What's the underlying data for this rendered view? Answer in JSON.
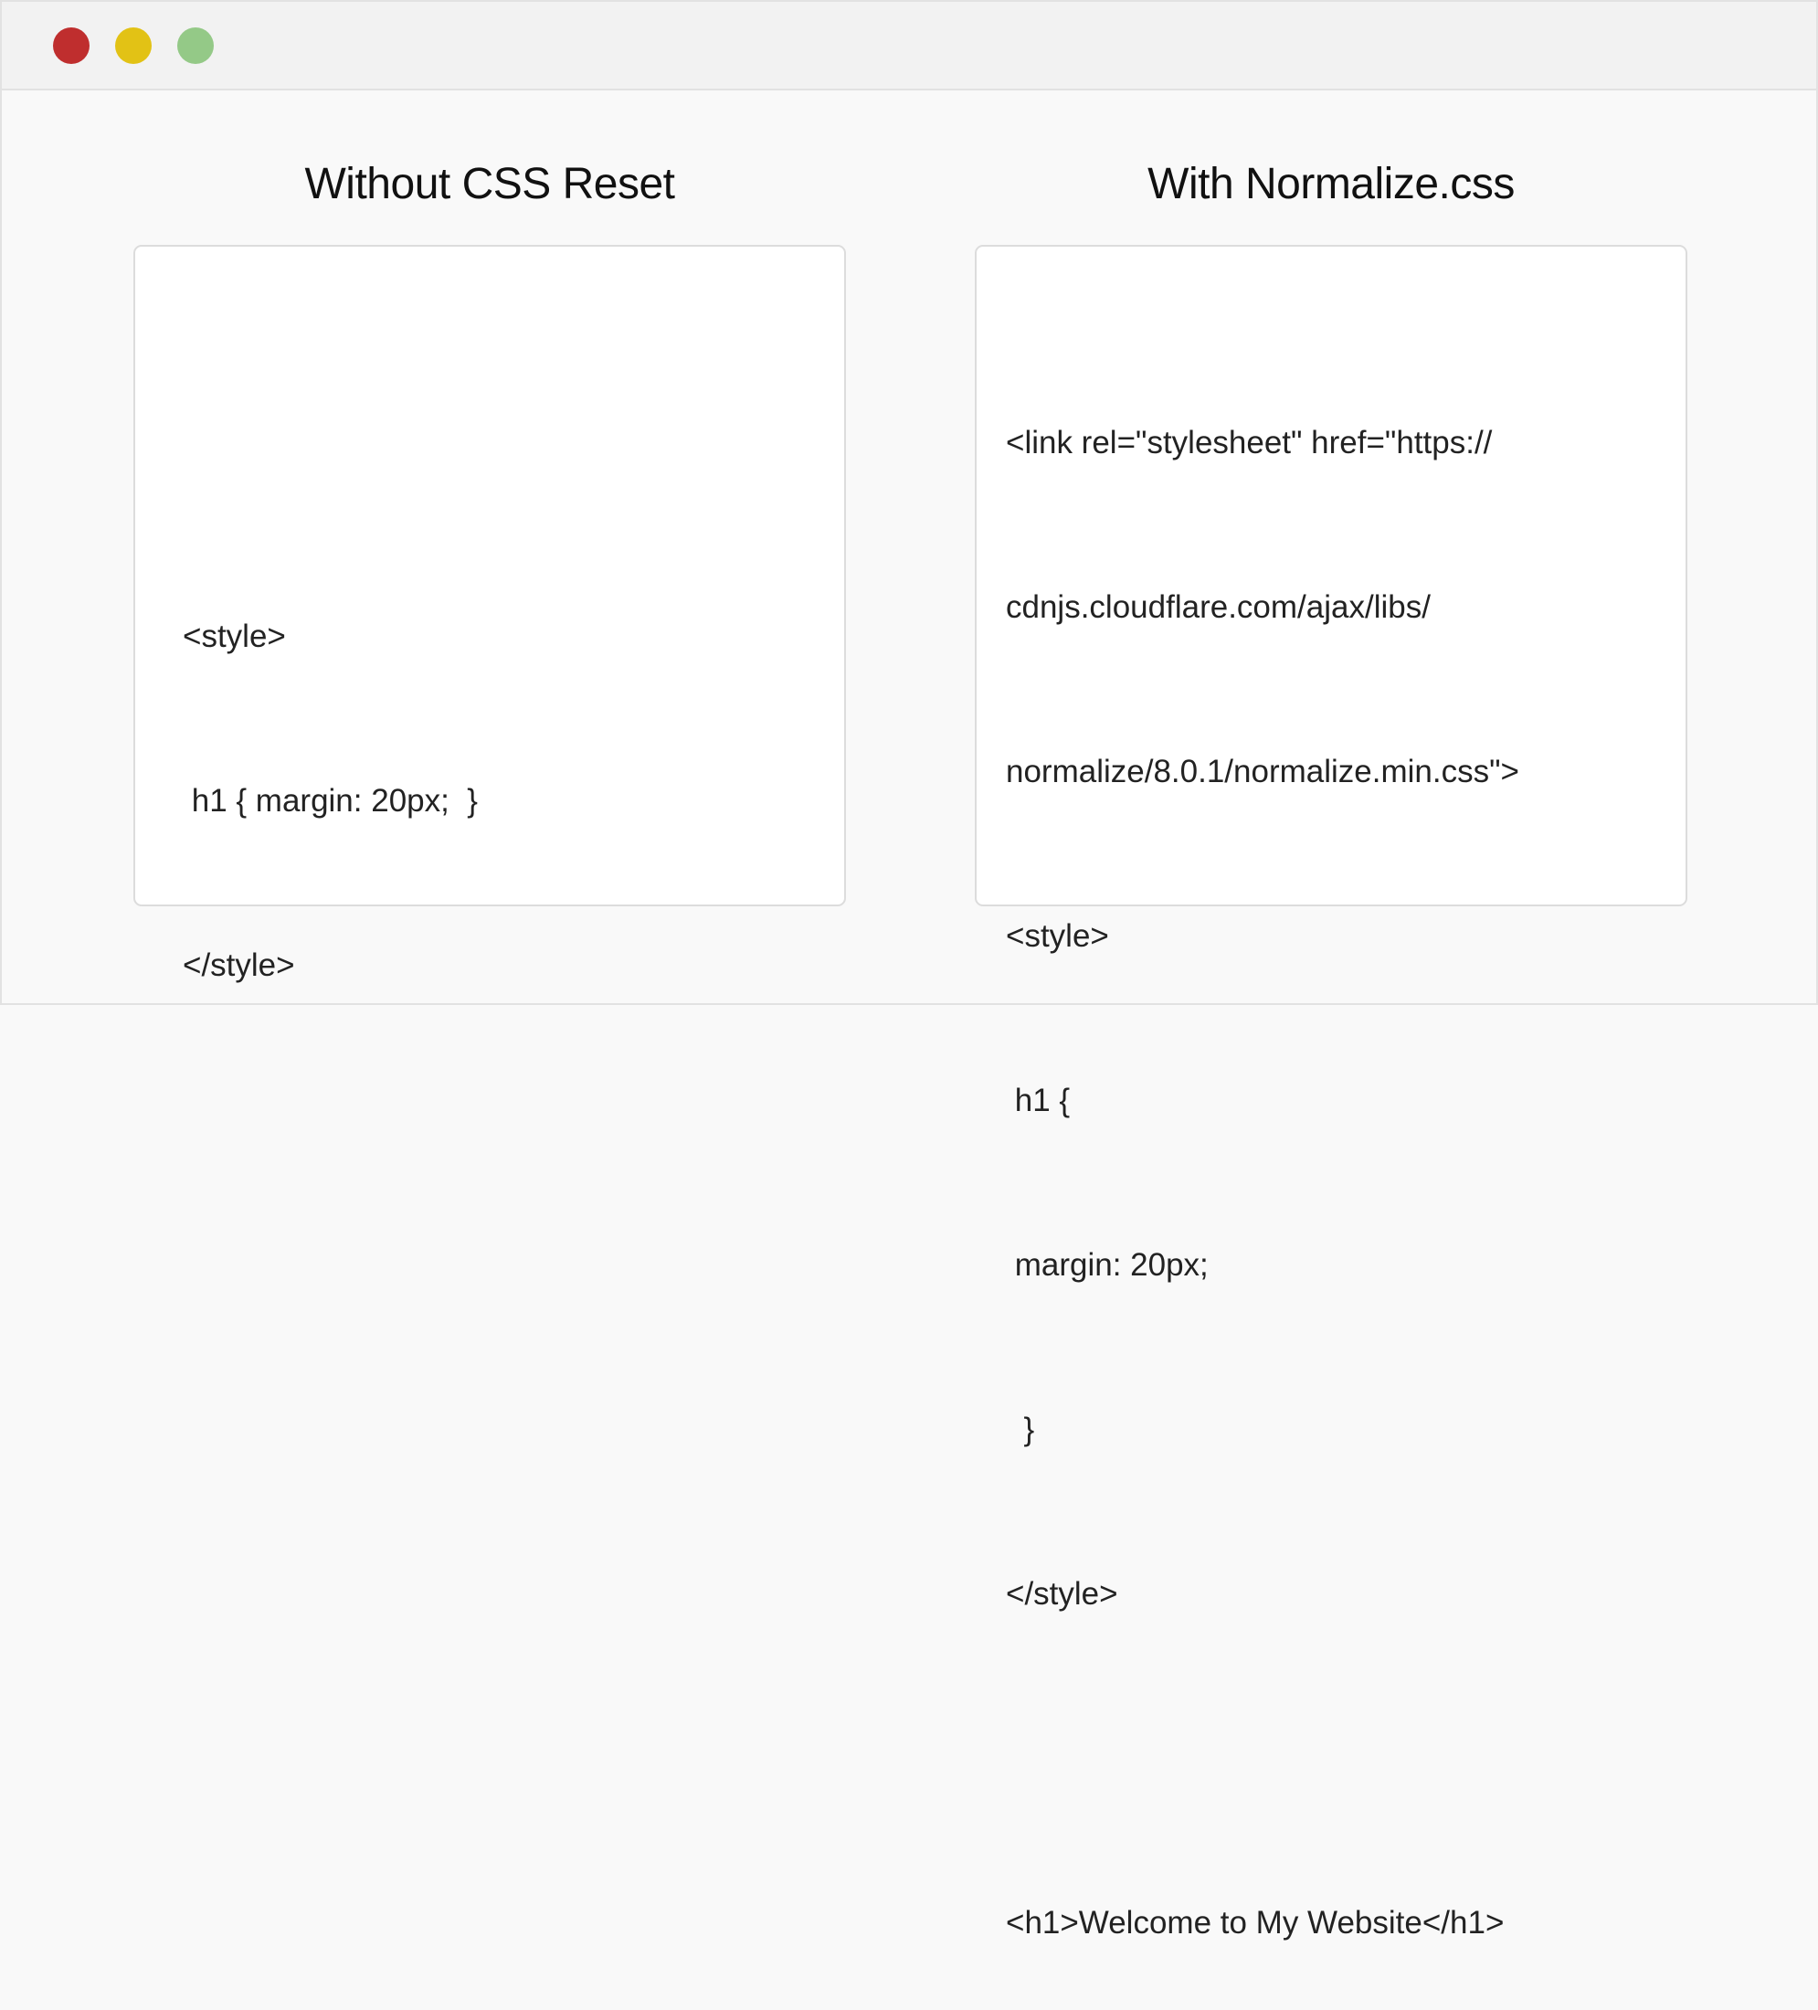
{
  "window": {
    "controls": [
      {
        "name": "close",
        "color": "#bf2e2e"
      },
      {
        "name": "minimize",
        "color": "#e2c215"
      },
      {
        "name": "maximize",
        "color": "#94c987"
      }
    ]
  },
  "panels": {
    "left": {
      "title": "Without CSS Reset",
      "code_lines": [
        "<style>",
        " h1 { margin: 20px;  }",
        "</style>"
      ]
    },
    "right": {
      "title": "With Normalize.css",
      "code_lines": [
        "<link rel=\"stylesheet\" href=\"https://",
        "cdnjs.cloudflare.com/ajax/libs/",
        "normalize/8.0.1/normalize.min.css\">",
        "<style>",
        " h1 {",
        " margin: 20px;",
        "  }",
        "</style>",
        "",
        "<h1>Welcome to My Website</h1>"
      ]
    }
  }
}
